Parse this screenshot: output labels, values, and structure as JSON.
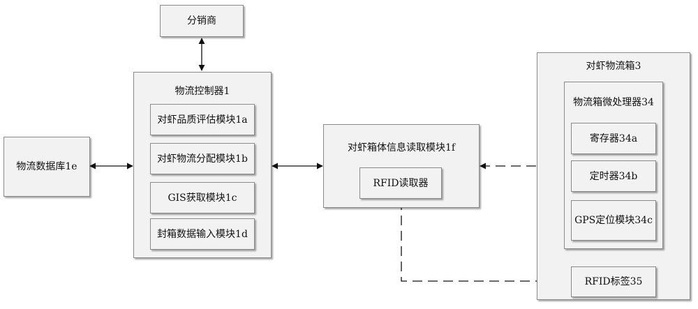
{
  "distributor": "分销商",
  "logistics_db": "物流数据库1e",
  "controller": {
    "title": "物流控制器1",
    "modules": [
      "对虾品质评估模块1a",
      "对虾物流分配模块1b",
      "GIS获取模块1c",
      "封箱数据输入模块1d"
    ]
  },
  "reader_module": {
    "title": "对虾箱体信息读取模块1f",
    "rfid_reader": "RFID读取器"
  },
  "box": {
    "title": "对虾物流箱3",
    "processor": {
      "title": "物流箱微处理器34",
      "items": [
        "寄存器34a",
        "定时器34b",
        "GPS定位模块34c"
      ]
    },
    "rfid_tag": "RFID标签35"
  }
}
